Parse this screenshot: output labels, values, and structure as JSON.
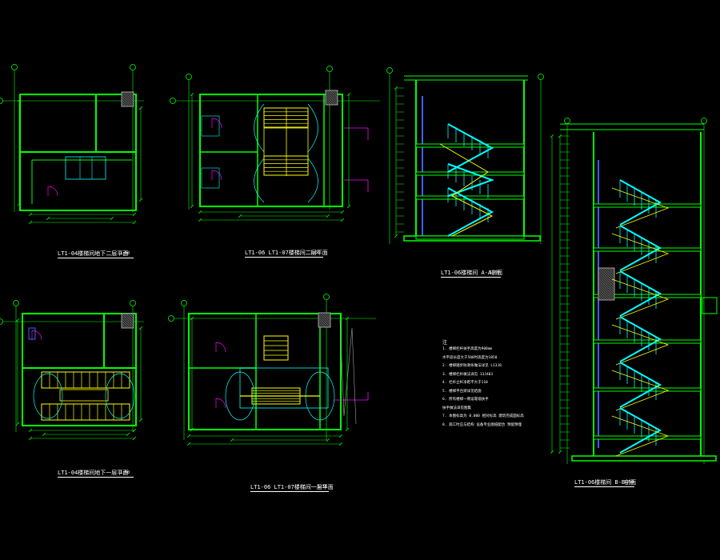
{
  "drawings": {
    "plan_lower2": {
      "title": "LT1-04楼梯间地下二层平面",
      "scale": "1:50"
    },
    "plan_floor2": {
      "title": "LT1-06 LT1-07楼梯间二层平面",
      "scale": "1:50"
    },
    "section_a": {
      "title": "LT1-06楼梯间 A-A剖面",
      "scale": "1:50"
    },
    "plan_lower1": {
      "title": "LT1-04楼梯间地下一层平面",
      "scale": "1:50"
    },
    "plan_floor1": {
      "title": "LT1-06 LT1-07楼梯间一层平面",
      "scale": "1:50"
    },
    "section_b": {
      "title": "LT1-06楼梯间 B-B剖面",
      "scale": "1:50"
    }
  },
  "notes": {
    "heading": "注",
    "lines": [
      "1. 楼梯栏杆扶手高度为900mm",
      "   水平段长度大于500时高度为1050",
      "2. 楼梯踏步防滑条做法详见 L13J8",
      "3. 楼梯栏杆做法详见 13J403",
      "4. 栏杆立杆净距不大于110",
      "5. 楼梯平台梁详见结施",
      "6. 所有楼梯一侧设靠墙扶手",
      "   扶手做法详见图集",
      "7. 本图标高为 0.000 相对标高 建筑完成面标高",
      "8. 施工时应与结构 设备专业图纸配合 预留预埋"
    ]
  },
  "colors": {
    "background": "#000000",
    "wall": "#00ff00",
    "dim": "#00ff00",
    "stair": "#ffff00",
    "rail": "#00ffff",
    "hatch": "#a0a0a0",
    "door": "#ff00ff",
    "text": "#ffffff",
    "grid": "#00ff00",
    "cyan_col": "#4060ff"
  }
}
